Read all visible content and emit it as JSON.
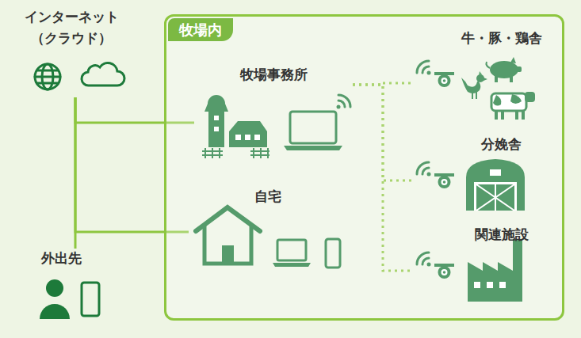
{
  "diagram": {
    "nodes": [
      {
        "text": [
          "インターネット",
          "（クラウド）"
        ]
      },
      {
        "text": [
          "牧場内"
        ]
      },
      {
        "text": [
          "牧場事務所"
        ],
        "in": 1
      },
      {
        "text": [
          "牛・豚・鶏舎"
        ],
        "in": 1
      },
      {
        "text": [
          "分娩舎"
        ],
        "in": 1
      },
      {
        "text": [
          "自宅"
        ],
        "in": 1
      },
      {
        "text": [
          "関連施設"
        ],
        "in": 1
      },
      {
        "text": [
          "外出先"
        ]
      }
    ],
    "edges": [
      {
        "from": 0,
        "to": 2,
        "arrow": "none"
      },
      {
        "from": 0,
        "to": 5,
        "arrow": "none"
      },
      {
        "from": 0,
        "to": 7,
        "arrow": "none"
      },
      {
        "from": 2,
        "to": 3,
        "arrow": "none"
      },
      {
        "from": 2,
        "to": 4,
        "arrow": "none"
      },
      {
        "from": 2,
        "to": 6,
        "arrow": "none"
      }
    ]
  }
}
